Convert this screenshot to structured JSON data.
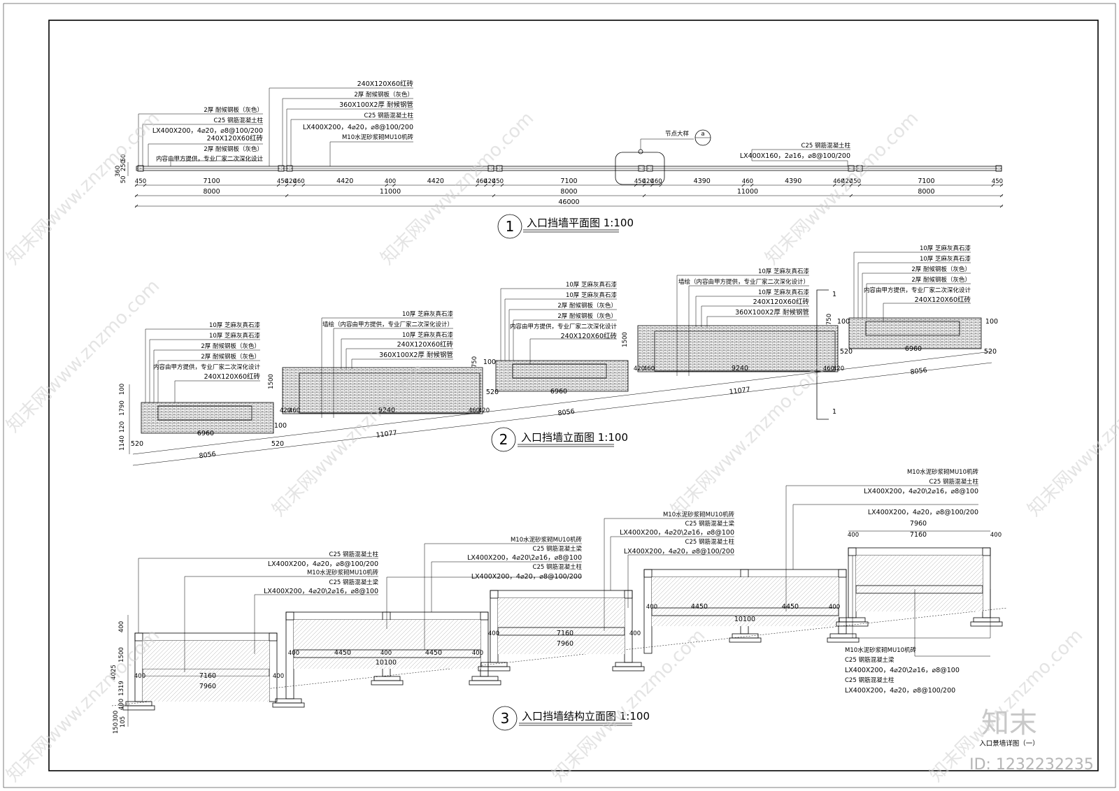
{
  "plan": {
    "title": "入口挡墙平面图 1:100",
    "number": "1",
    "callouts_a": [
      "2厚 耐候钢板（灰色）",
      "C25 钢筋混凝土柱",
      "LX400X200，4⌀20，⌀8@100/200",
      "240X120X60红砖",
      "2厚 耐候钢板（灰色）",
      "内容由甲方提供，专业厂家二次深化设计"
    ],
    "callouts_b": [
      "240X120X60红砖",
      "2厚 耐候钢板（灰色）",
      "360X100X2厚 耐候钢管",
      "C25 钢筋混凝土柱",
      "LX400X200，4⌀20，⌀8@100/200",
      "M10水泥砂浆砌MU10机砖"
    ],
    "callouts_c": [
      "C25 钢筋混凝土柱",
      "LX400X160，2⌀16，⌀8@100/200"
    ],
    "node_label": "节点大样",
    "node_ref": "a",
    "dims_row1": [
      "450",
      "7100",
      "450",
      "420",
      "460",
      "4420",
      "400",
      "4420",
      "460",
      "420",
      "450",
      "7100",
      "450",
      "420",
      "460",
      "4390",
      "460",
      "4390",
      "460",
      "420",
      "450",
      "7100",
      "450"
    ],
    "dims_row2": [
      "8000",
      "11000",
      "8000",
      "11000",
      "8000"
    ],
    "dim_total": "46000",
    "dims_left": [
      "360",
      "50",
      "250",
      "50"
    ]
  },
  "elev": {
    "title": "入口挡墙立面图 1:100",
    "number": "2",
    "callouts_low": [
      "10厚 芝麻灰真石漆",
      "10厚 芝麻灰真石漆",
      "2厚 耐候钢板（灰色）",
      "2厚 耐候钢板（灰色）",
      "内容由甲方提供，专业厂家二次深化设计",
      "240X120X60红砖"
    ],
    "callouts_mid": [
      "10厚 芝麻灰真石漆",
      "墙绘（内容由甲方提供，专业厂家二次深化设计）",
      "10厚 芝麻灰真石漆",
      "240X120X60红砖",
      "360X100X2厚 耐候钢管"
    ],
    "dims": {
      "d6960": "6960",
      "d9240": "9240",
      "d8056": "8056",
      "d11077": "11077",
      "d520": "520",
      "d100": "100",
      "d420": "420",
      "d460": "460",
      "d1500": "1500",
      "d750": "750",
      "d1790": "1790",
      "d1140": "1140",
      "d120": "120"
    },
    "section_mark": "1"
  },
  "struct": {
    "title": "入口挡墙结构立面图 1:100",
    "number": "3",
    "callouts_1": [
      "C25 钢筋混凝土柱",
      "LX400X200，4⌀20，⌀8@100/200",
      "M10水泥砂浆砌MU10机砖",
      "C25 钢筋混凝土梁",
      "LX400X200，4⌀20\\2⌀16，⌀8@100"
    ],
    "callouts_2": [
      "M10水泥砂浆砌MU10机砖",
      "C25 钢筋混凝土梁",
      "LX400X200，4⌀20\\2⌀16，⌀8@100",
      "C25 钢筋混凝土柱",
      "LX400X200，4⌀20，⌀8@100/200"
    ],
    "callouts_3": [
      "M10水泥砂浆砌MU10机砖",
      "C25 钢筋混凝土梁",
      "LX400X200，4⌀20\\2⌀16，⌀8@100",
      "C25 钢筋混凝土柱",
      "LX400X200，4⌀20，⌀8@100/200"
    ],
    "callouts_4": [
      "M10水泥砂浆砌MU10机砖",
      "C25 钢筋混凝土柱",
      "LX400X200，4⌀20\\2⌀16，⌀8@100",
      "LX400X200，4⌀20，⌀8@100/200"
    ],
    "callouts_5": [
      "M10水泥砂浆砌MU10机砖",
      "C25 钢筋混凝土梁",
      "LX400X200，4⌀20\\2⌀16，⌀8@100",
      "C25 钢筋混凝土柱",
      "LX400X200，4⌀20，⌀8@100/200"
    ],
    "dims": {
      "d7160": "7160",
      "d7960": "7960",
      "d4450": "4450",
      "d10100": "10100",
      "d400": "400",
      "d4025": "4025",
      "d1500": "1500",
      "d1319": "1319",
      "d300": "300",
      "d150": "150",
      "d105": "105"
    }
  },
  "sheet": {
    "caption": "入口景墙详图（一）",
    "brand": "知末",
    "id_text": "ID: 1232232235",
    "watermark": "知末网www.znzmo.com"
  }
}
